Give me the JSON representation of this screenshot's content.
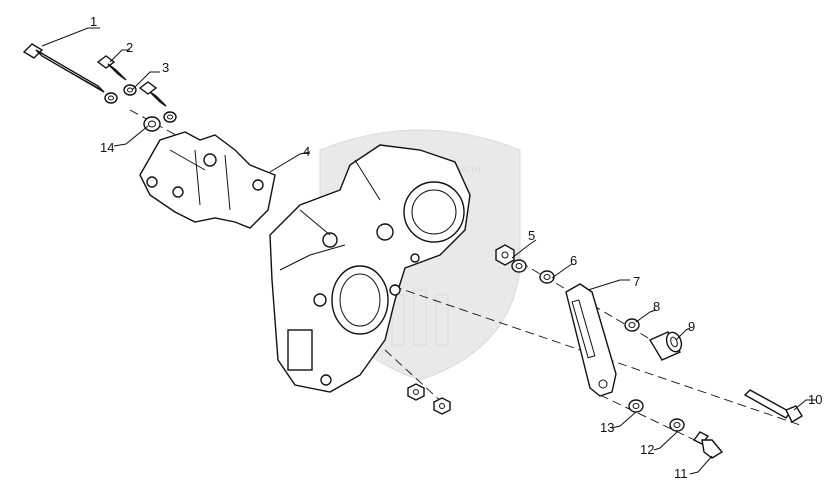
{
  "watermark": {
    "logo_text": "ФФ",
    "caption": "УРАЛИНЖСТН"
  },
  "callouts": [
    {
      "id": "1",
      "label": "1"
    },
    {
      "id": "2",
      "label": "2"
    },
    {
      "id": "3",
      "label": "3"
    },
    {
      "id": "4",
      "label": "4"
    },
    {
      "id": "5",
      "label": "5"
    },
    {
      "id": "6",
      "label": "6"
    },
    {
      "id": "7",
      "label": "7"
    },
    {
      "id": "8",
      "label": "8"
    },
    {
      "id": "9",
      "label": "9"
    },
    {
      "id": "10",
      "label": "10"
    },
    {
      "id": "11",
      "label": "11"
    },
    {
      "id": "12",
      "label": "12"
    },
    {
      "id": "13",
      "label": "13"
    },
    {
      "id": "14",
      "label": "14"
    }
  ]
}
